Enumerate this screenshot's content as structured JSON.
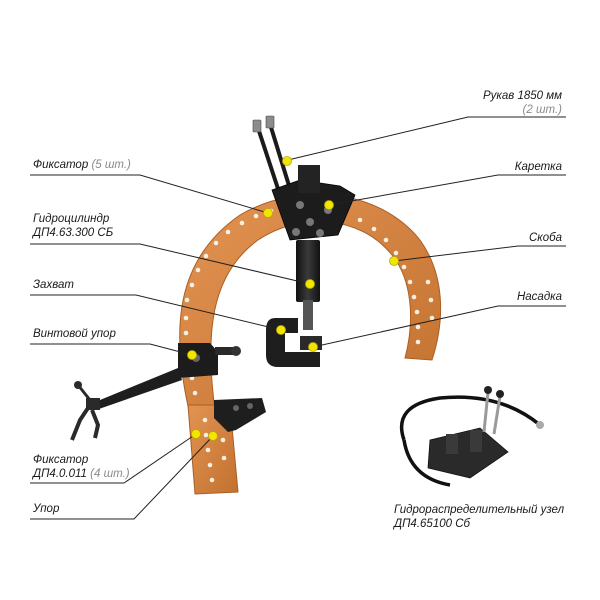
{
  "labels": {
    "hose": {
      "name": "Рукав 1850 мм",
      "qty": "(2 шт.)"
    },
    "fixator": {
      "name": "Фиксатор",
      "qty": "(5 шт.)"
    },
    "carriage": {
      "name": "Каретка"
    },
    "cylinder": {
      "line1": "Гидроцилиндр",
      "line2": "ДП4.63.300 СБ"
    },
    "bracket": {
      "name": "Скоба"
    },
    "grip": {
      "name": "Захват"
    },
    "nozzle": {
      "name": "Насадка"
    },
    "screw_stop": {
      "name": "Винтовой упор"
    },
    "fixator2": {
      "line1": "Фиксатор",
      "line2": "ДП4.0.011",
      "qty": "(4 шт.)"
    },
    "stop": {
      "name": "Упор"
    },
    "valve": {
      "line1": "Гидрораспределительный узел",
      "line2": "ДП4.65100 Сб"
    }
  },
  "colors": {
    "bracket_orange": "#d2823f",
    "bracket_shadow": "#a95f26",
    "hole": "#f6efe4",
    "marker_yellow": "#f2e600",
    "leader": "#222222",
    "steel_dark": "#1e1e1e"
  }
}
